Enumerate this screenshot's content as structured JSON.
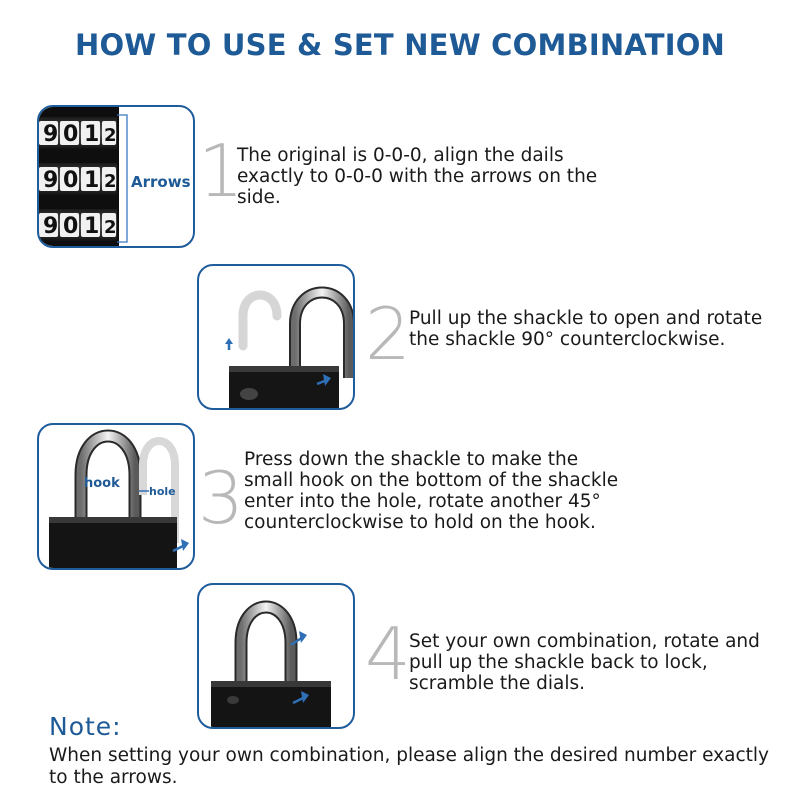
{
  "title": "HOW TO USE & SET NEW COMBINATION",
  "colors": {
    "accent": "#1e5a96",
    "text": "#1a1a1a",
    "step_number": "#b8b8b8"
  },
  "steps": [
    {
      "number": "1",
      "text": "The original is 0-0-0, align the dails exactly to 0-0-0 with the arrows on the side.",
      "image_icon": "dial-wheels-icon",
      "image_label": "Arrows",
      "dial_digits": [
        "9",
        "0",
        "1",
        "2"
      ]
    },
    {
      "number": "2",
      "text": "Pull up the shackle to open and rotate the shackle 90° counterclockwise.",
      "image_icon": "padlock-shackle-up-icon"
    },
    {
      "number": "3",
      "text": "Press down the shackle to make the small hook on the bottom of the shackle enter into the hole, rotate another 45° counterclockwise to hold on the hook.",
      "image_icon": "padlock-hook-hole-icon",
      "labels": [
        "hook",
        "hole"
      ]
    },
    {
      "number": "4",
      "text": "Set your own combination, rotate and pull up the shackle back to lock, scramble the dials.",
      "image_icon": "padlock-closed-icon"
    }
  ],
  "note": {
    "label": "Note:",
    "text": "When setting your own combination, please align the desired number exactly to the arrows."
  }
}
